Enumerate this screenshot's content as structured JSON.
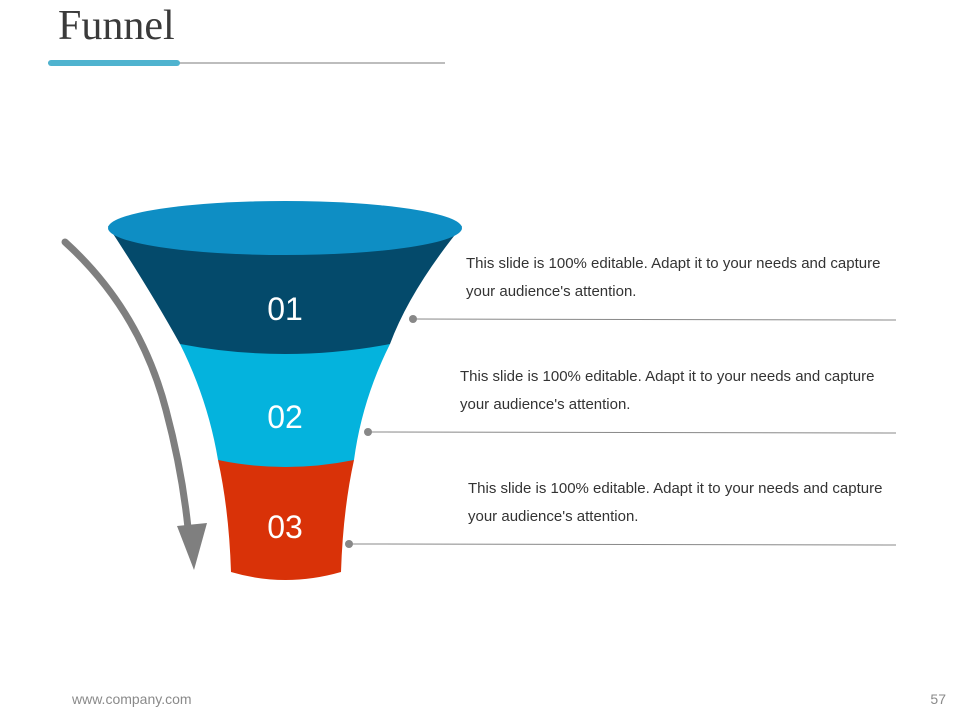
{
  "slide": {
    "title": "Funnel",
    "footer_url": "www.company.com",
    "page_number": "57"
  },
  "colors": {
    "accent": "#4fb3cf",
    "funnel_top": "#0e8ec4",
    "stage_1": "#044a6b",
    "stage_2": "#04b3dd",
    "stage_3": "#d93208",
    "arrow": "#7f7f7f",
    "connector": "#888888"
  },
  "stages": [
    {
      "number": "01",
      "text": "This slide is 100% editable. Adapt it to your needs and capture your audience's attention."
    },
    {
      "number": "02",
      "text": "This slide is 100% editable. Adapt it to your needs and capture your audience's attention."
    },
    {
      "number": "03",
      "text": "This slide is 100% editable. Adapt it to your needs and capture your audience's attention."
    }
  ]
}
